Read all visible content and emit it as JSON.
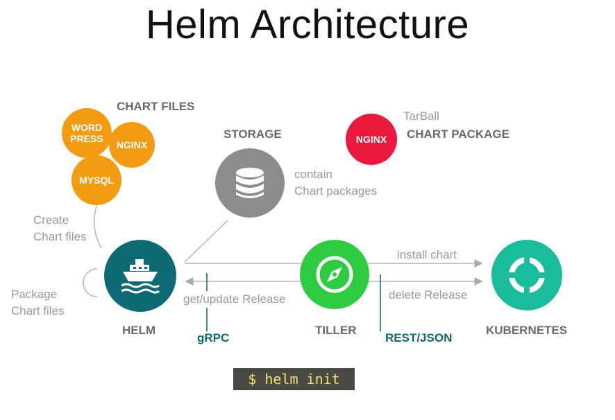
{
  "title": "Helm Architecture",
  "chart_files": {
    "label": "CHART FILES",
    "items": [
      "WORD\nPRESS",
      "NGINX",
      "MYSQL"
    ]
  },
  "storage": {
    "label": "STORAGE",
    "note_line1": "contain",
    "note_line2": "Chart packages"
  },
  "chart_package": {
    "circle_label": "NGINX",
    "tarball_label": "TarBall",
    "label": "CHART PACKAGE"
  },
  "create_chart_files": {
    "line1": "Create",
    "line2": "Chart files"
  },
  "package_chart_files": {
    "line1": "Package",
    "line2": "Chart files"
  },
  "helm": {
    "label": "HELM"
  },
  "tiller": {
    "label": "TILLER"
  },
  "kubernetes": {
    "label": "KUBERNETES"
  },
  "arrows": {
    "get_update": "get/update Release",
    "install_chart": "install chart",
    "delete_release": "delete Release"
  },
  "protocols": {
    "grpc": "gRPC",
    "rest_json": "REST/JSON"
  },
  "command": "$ helm init",
  "colors": {
    "orange": "#f39c12",
    "red": "#e8193c",
    "teal": "#0e6b76",
    "green": "#2ecc40",
    "kube": "#1abc9c",
    "storage": "#8a8d8c"
  }
}
